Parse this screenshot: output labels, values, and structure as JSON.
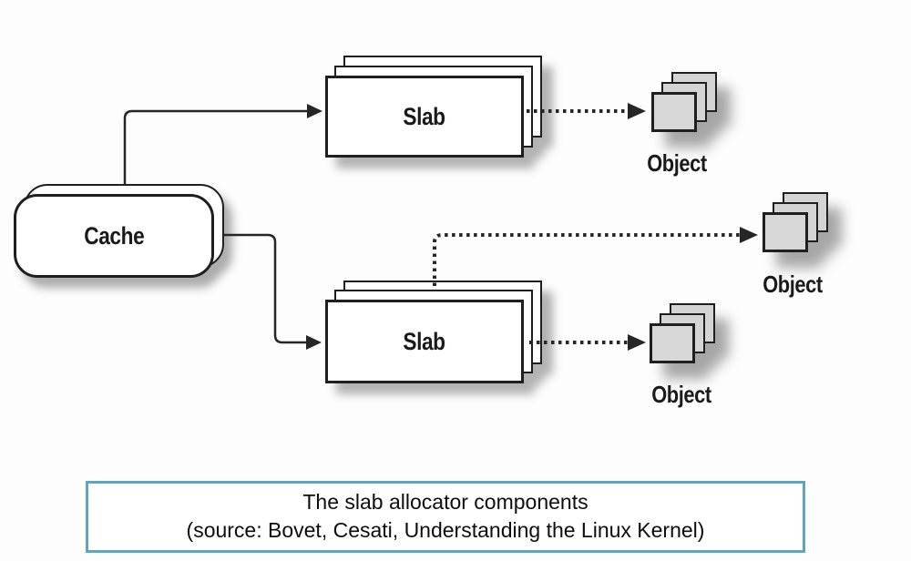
{
  "colors": {
    "page_bg": "#fdfdfd",
    "node_border": "#1f1f1f",
    "node_fill": "#ffffff",
    "object_fill": "#d4d4d4",
    "connector": "#262626",
    "caption_border": "#5fa5c0",
    "caption_text": "#0d0d0d",
    "label_color": "#1a1a1a"
  },
  "nodes": {
    "cache": {
      "label": "Cache"
    },
    "slab_top": {
      "label": "Slab"
    },
    "slab_bottom": {
      "label": "Slab"
    },
    "object_top": {
      "label": "Object"
    },
    "object_middle": {
      "label": "Object"
    },
    "object_bottom": {
      "label": "Object"
    }
  },
  "edges": [
    {
      "from": "cache",
      "to": "slab_top",
      "style": "solid-arrow"
    },
    {
      "from": "cache",
      "to": "slab_bottom",
      "style": "solid-arrow"
    },
    {
      "from": "slab_top",
      "to": "object_top",
      "style": "dotted-arrow"
    },
    {
      "from": "slab_bottom",
      "to": "object_middle",
      "style": "dotted-arrow"
    },
    {
      "from": "slab_bottom",
      "to": "object_bottom",
      "style": "dotted-arrow"
    }
  ],
  "caption": {
    "line1": "The slab allocator components",
    "line2": "(source: Bovet, Cesati, Understanding the Linux Kernel)"
  }
}
